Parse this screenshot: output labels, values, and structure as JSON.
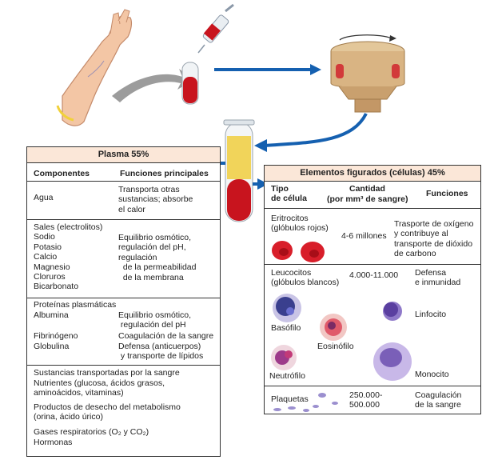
{
  "plasma": {
    "title": "Plasma 55%",
    "col_components": "Componentes",
    "col_functions": "Funciones principales",
    "water": {
      "component": "Agua",
      "function": "Transporta otras\nsustancias; absorbe\nel calor"
    },
    "salts": {
      "components": "Sales (electrolitos)\nSodio\nPotasio\nCalcio\nMagnesio\nCloruros\nBicarbonato",
      "function": "Equilibrio osmótico,\nregulación del pH,\nregulación\n  de la permeabilidad\n  de la membrana"
    },
    "proteins": {
      "header": "Proteínas plasmáticas",
      "albumin": "Albumina",
      "albumin_function": "Equilibrio osmótico,\n regulación del pH",
      "fibrinogen": "Fibrinógeno",
      "fibrinogen_function": "Coagulación de la sangre",
      "globulin": "Globulina",
      "globulin_function": "Defensa (anticuerpos)\n y transporte de lípidos"
    },
    "transported": {
      "header": "Sustancias transportadas por la sangre",
      "nutrients": "Nutrientes (glucosa, ácidos grasos,\naminoácidos, vitaminas)",
      "wastes": "Productos de desecho del metabolismo\n(orina, ácido úrico)",
      "gases": "Gases respiratorios (O₂ y CO₂)",
      "hormones": "Hormonas"
    }
  },
  "formed": {
    "title": "Elementos figurados (células) 45%",
    "col_type": "Tipo\nde célula",
    "col_count_1": "Cantidad",
    "col_count_2": "(por mm³ de sangre)",
    "col_functions": "Funciones",
    "erythrocytes": {
      "name": "Eritrocitos\n(glóbulos rojos)",
      "count": "4-6 millones",
      "function": "Trasporte de oxígeno\ny contribuye al\ntransporte de dióxido\nde carbono"
    },
    "leukocytes": {
      "name": "Leucocitos\n(glóbulos blancos)",
      "count": "4.000-11.000",
      "function": "Defensa\ne inmunidad",
      "basophil": "Basófilo",
      "eosinophil": "Eosinófilo",
      "neutrophil": "Neutrófilo",
      "lymphocyte": "Linfocito",
      "monocyte": "Monocito"
    },
    "platelets": {
      "name": "Plaquetas",
      "count": "250.000-\n500.000",
      "function": "Coagulación\nde la sangre"
    }
  },
  "colors": {
    "arrow": "#1560b0",
    "blood": "#c8141e",
    "plasma": "#f1d45a",
    "header_fill": "#fbe7d8",
    "cell_red": "#d81e2a",
    "cell_purple": "#7a5fb8"
  }
}
